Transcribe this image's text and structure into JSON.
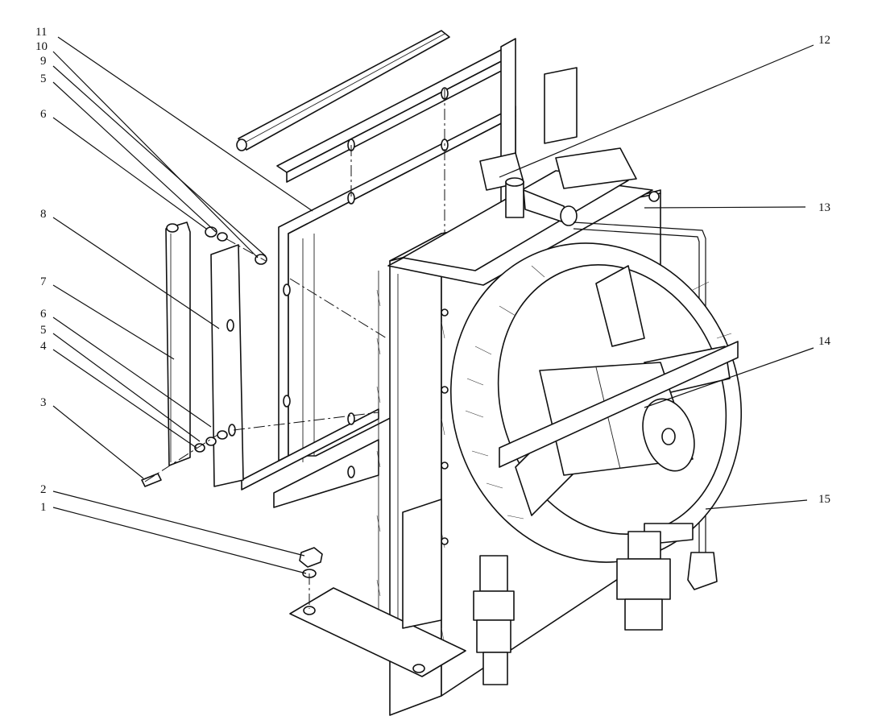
{
  "figure": {
    "callouts": [
      {
        "id": "c11",
        "text": "11"
      },
      {
        "id": "c10",
        "text": "10"
      },
      {
        "id": "c9",
        "text": "9"
      },
      {
        "id": "c5a",
        "text": "5"
      },
      {
        "id": "c6a",
        "text": "6"
      },
      {
        "id": "c8",
        "text": "8"
      },
      {
        "id": "c7",
        "text": "7"
      },
      {
        "id": "c6b",
        "text": "6"
      },
      {
        "id": "c5b",
        "text": "5"
      },
      {
        "id": "c4",
        "text": "4"
      },
      {
        "id": "c3",
        "text": "3"
      },
      {
        "id": "c2",
        "text": "2"
      },
      {
        "id": "c1",
        "text": "1"
      },
      {
        "id": "c12",
        "text": "12"
      },
      {
        "id": "c13",
        "text": "13"
      },
      {
        "id": "c14",
        "text": "14"
      },
      {
        "id": "c15",
        "text": "15"
      }
    ]
  }
}
